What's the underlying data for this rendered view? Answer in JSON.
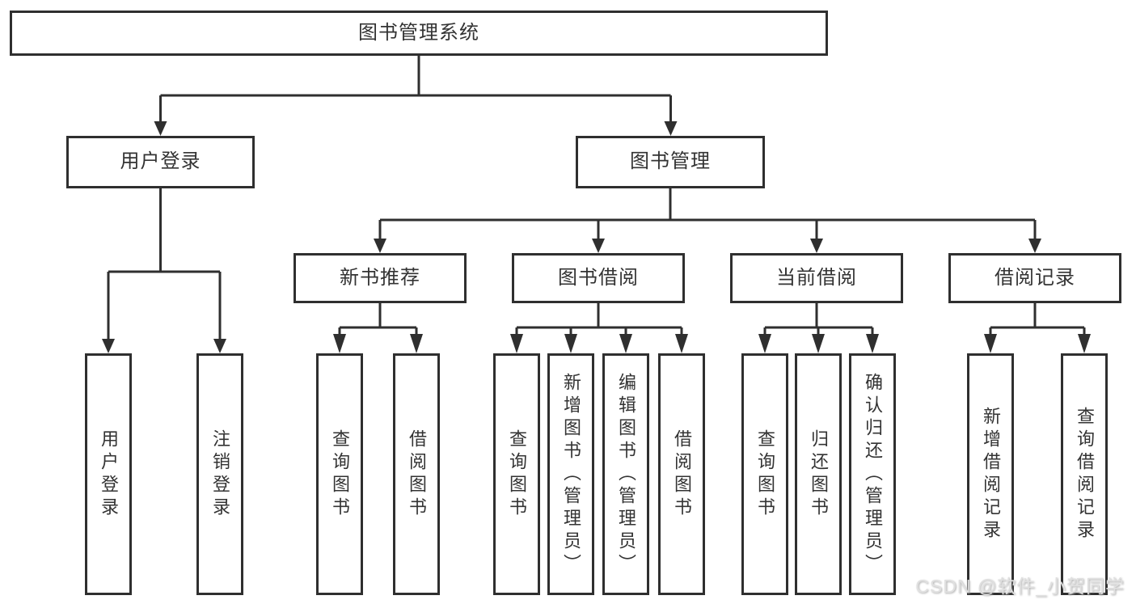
{
  "colors": {
    "line": "#2f2f2f",
    "text": "#333333",
    "background": "#ffffff",
    "watermark": "#e0e0e0"
  },
  "watermark": {
    "text": "CSDN @软件_小贺同学"
  },
  "tree": {
    "label": "图书管理系统",
    "children": [
      {
        "label": "用户登录",
        "children": [
          {
            "label": "用户登录"
          },
          {
            "label": "注销登录"
          }
        ]
      },
      {
        "label": "图书管理",
        "children": [
          {
            "label": "新书推荐",
            "children": [
              {
                "label": "查询图书"
              },
              {
                "label": "借阅图书"
              }
            ]
          },
          {
            "label": "图书借阅",
            "children": [
              {
                "label": "查询图书"
              },
              {
                "label": "新增图书（管理员）"
              },
              {
                "label": "编辑图书（管理员）"
              },
              {
                "label": "借阅图书"
              }
            ]
          },
          {
            "label": "当前借阅",
            "children": [
              {
                "label": "查询图书"
              },
              {
                "label": "归还图书"
              },
              {
                "label": "确认归还（管理员）"
              }
            ]
          },
          {
            "label": "借阅记录",
            "children": [
              {
                "label": "新增借阅记录"
              },
              {
                "label": "查询借阅记录"
              }
            ]
          }
        ]
      }
    ]
  }
}
